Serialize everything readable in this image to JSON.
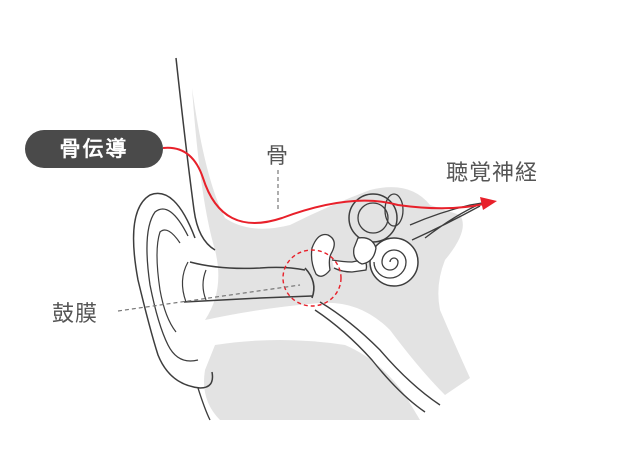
{
  "labels": {
    "bone_conduction": "骨伝導",
    "bone": "骨",
    "auditory_nerve": "聴覚神経",
    "eardrum": "鼓膜"
  },
  "colors": {
    "pathway": "#e8202a",
    "bone_fill": "#e3e3e3",
    "outline": "#3d3d3d",
    "badge": "#4a4a4a",
    "label_text": "#555555"
  }
}
